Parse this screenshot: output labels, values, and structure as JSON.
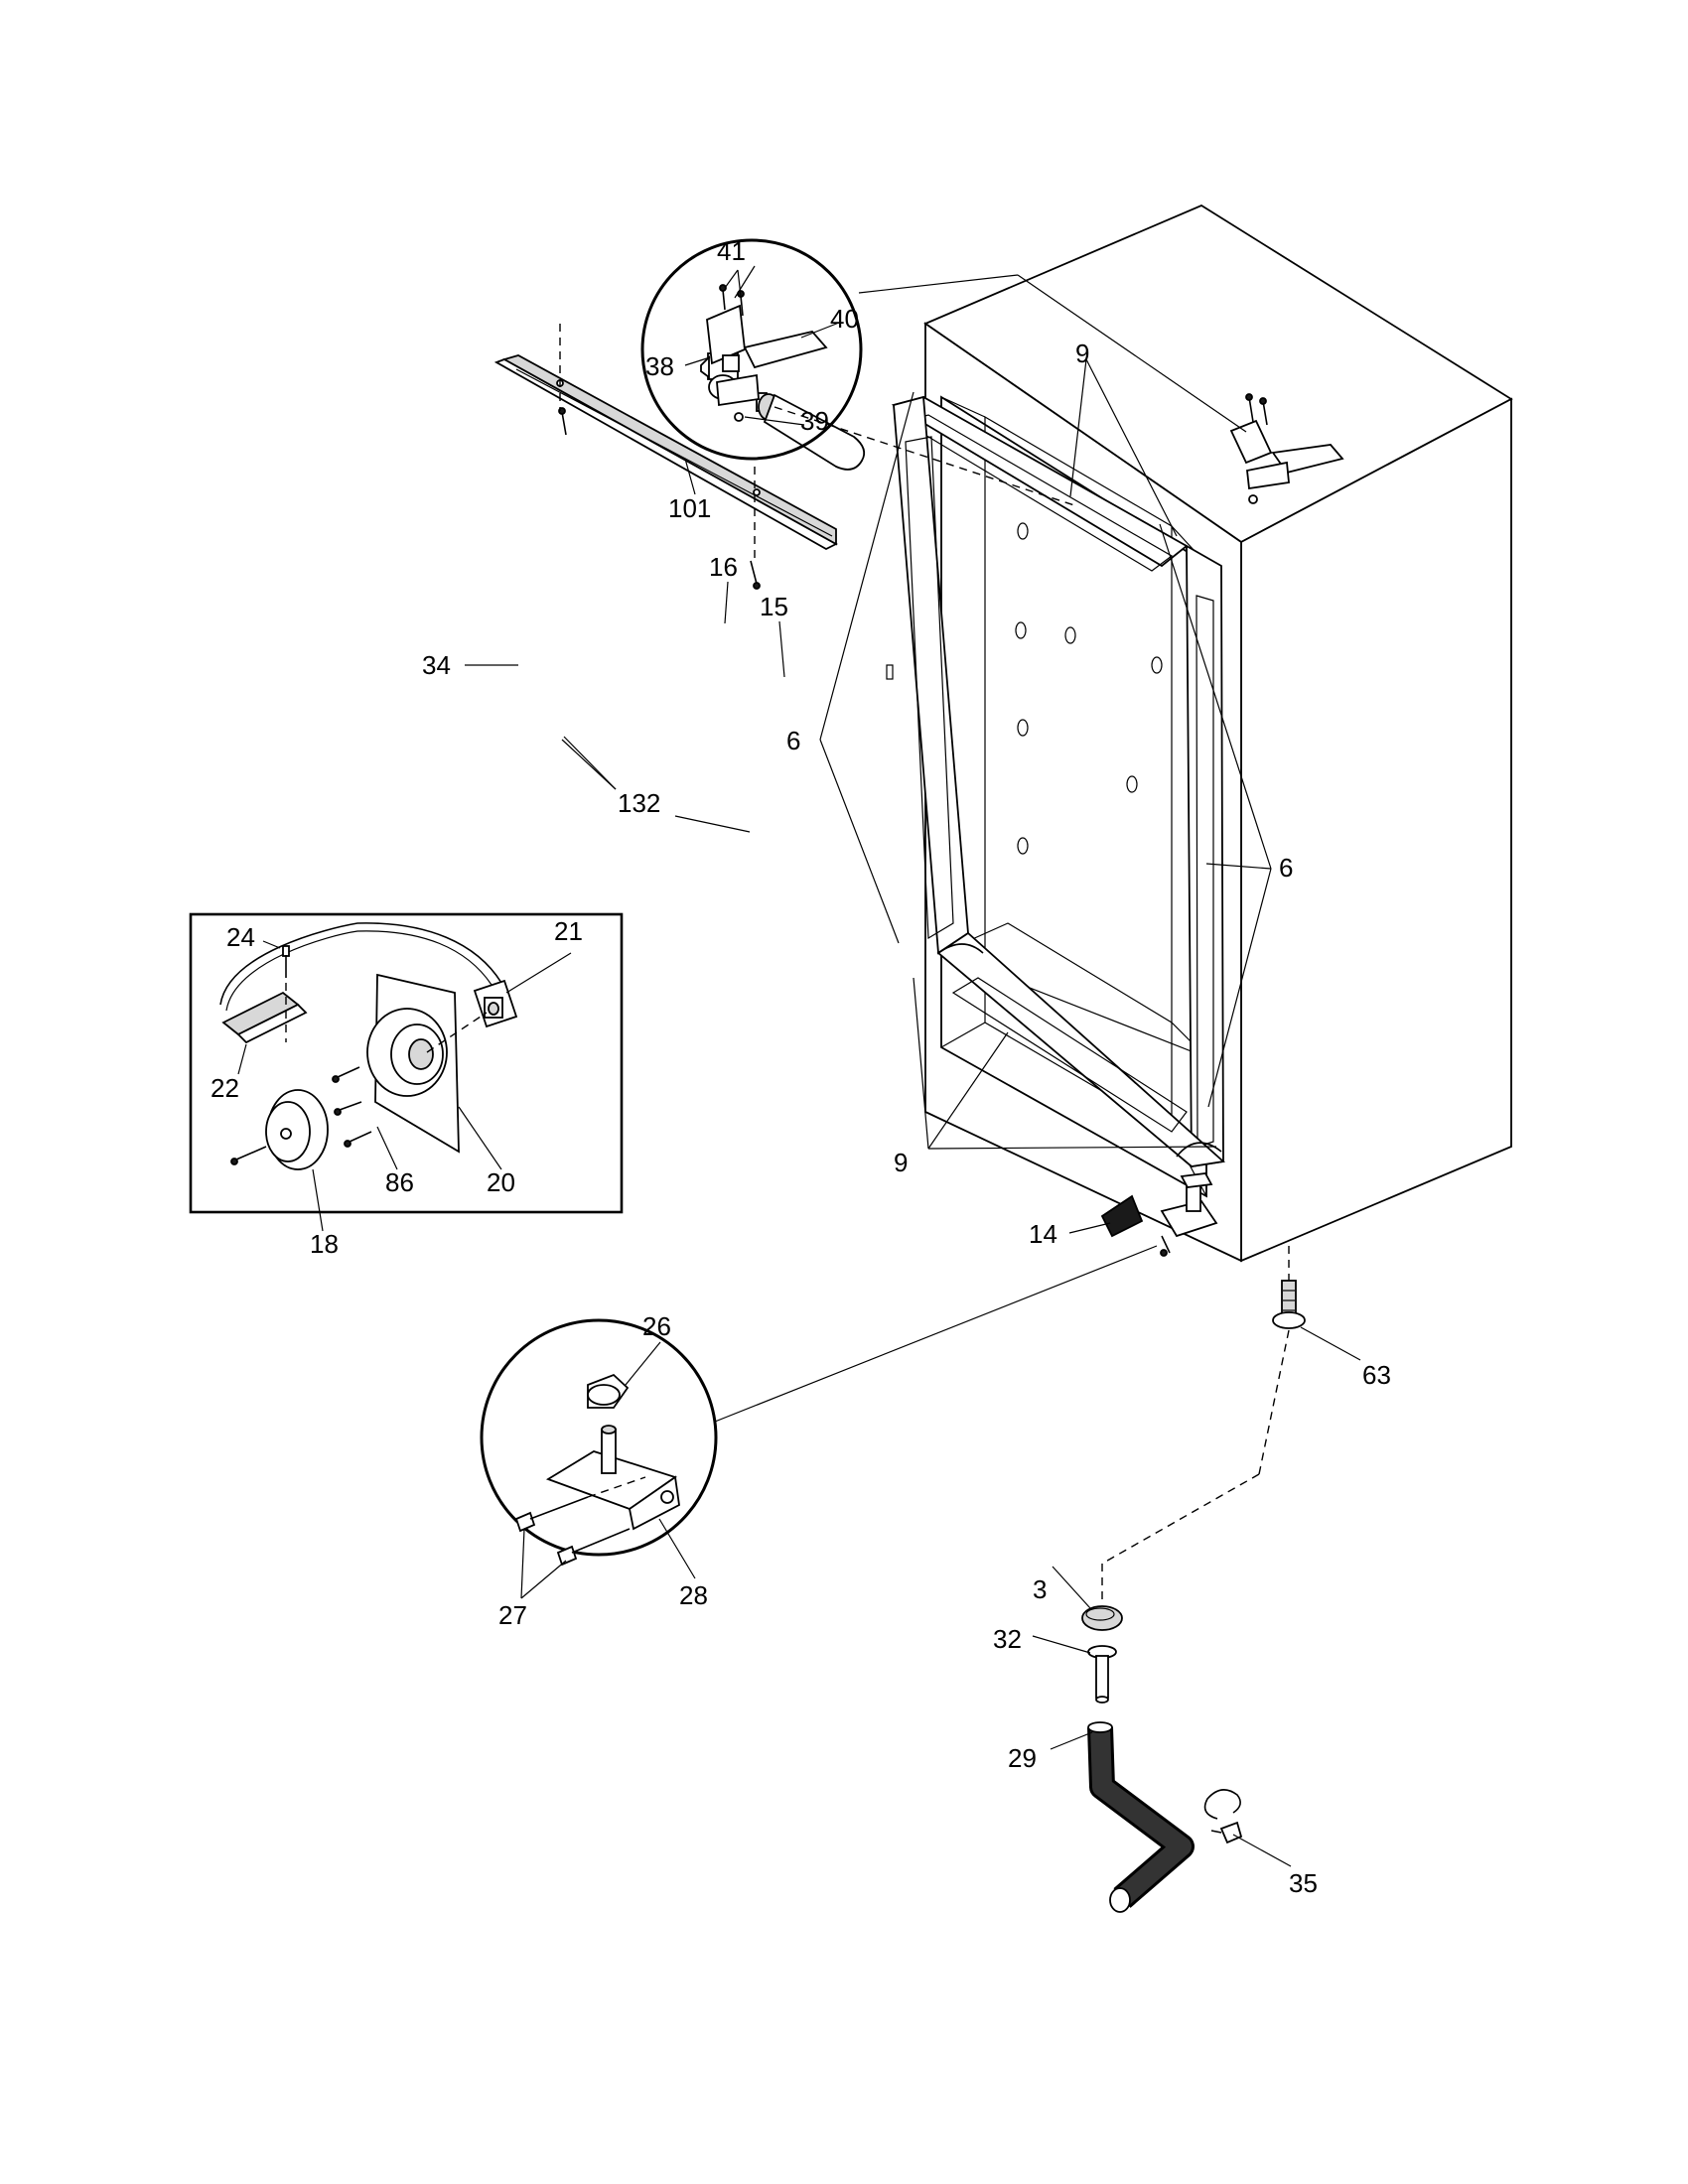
{
  "callouts": {
    "c3": "3",
    "c6a": "6",
    "c6b": "6",
    "c9a": "9",
    "c9b": "9",
    "c14": "14",
    "c15": "15",
    "c16": "16",
    "c18": "18",
    "c20": "20",
    "c21": "21",
    "c22": "22",
    "c24": "24",
    "c26": "26",
    "c27": "27",
    "c28": "28",
    "c29": "29",
    "c32": "32",
    "c34": "34",
    "c35": "35",
    "c38": "38",
    "c39": "39",
    "c40": "40",
    "c41": "41",
    "c63": "63",
    "c86": "86",
    "c101": "101",
    "c132": "132"
  }
}
